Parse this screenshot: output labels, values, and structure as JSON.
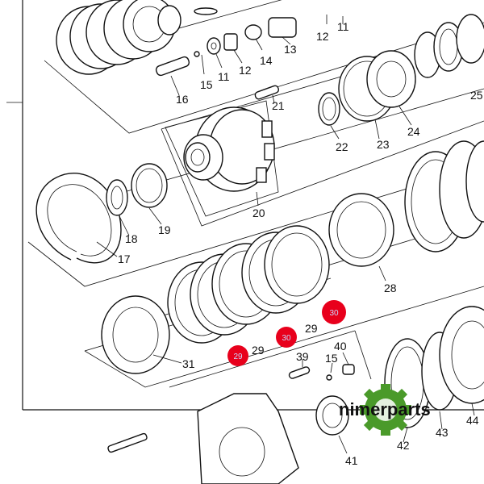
{
  "diagram": {
    "labels": {
      "l11a": "11",
      "l12a": "12",
      "l13": "13",
      "l12b": "12",
      "l11b": "11",
      "l14": "14",
      "l15a": "15",
      "l16": "16",
      "l21": "21",
      "l22": "22",
      "l23": "23",
      "l24": "24",
      "l25": "25",
      "l19": "19",
      "l18": "18",
      "l17": "17",
      "l20": "20",
      "l28": "28",
      "l29a": "29",
      "l29b": "29",
      "l31": "31",
      "l39": "39",
      "l15b": "15",
      "l40": "40",
      "l41": "41",
      "l42": "42",
      "l43": "43",
      "l44": "44"
    },
    "markers": {
      "m1": "29",
      "m2": "30",
      "m3": "30"
    },
    "colors": {
      "marker": "#e8001c",
      "ink": "#111111",
      "brand_green": "#4a9a2a"
    }
  },
  "watermark": {
    "icon": "gear-icon",
    "brand_text": "nimerparts"
  }
}
